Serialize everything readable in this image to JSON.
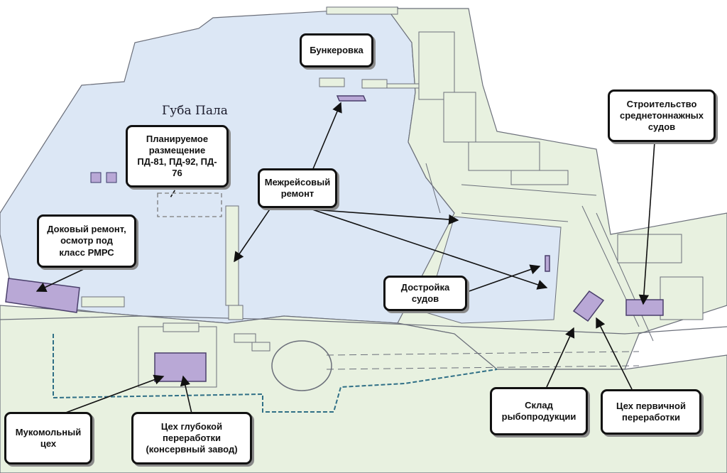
{
  "map": {
    "water_name": "Губа Пала",
    "callouts": {
      "bunkering": "Бункеровка",
      "shipbuilding": "Строительство\nсреднетоннажных\nсудов",
      "planned_placement": "Планируемое\nразмещение\nПД-81, ПД-92, ПД-\n76",
      "voyage_repair": "Межрейсовый\nремонт",
      "dock_repair": "Доковый ремонт,\nосмотр под\nкласс РМРС",
      "completion": "Достройка\nсудов",
      "flour_mill": "Мукомольный\nцех",
      "deep_processing": "Цех глубокой\nпереработки\n(консервный завод)",
      "fish_warehouse": "Склад\nрыбопродукции",
      "primary_processing": "Цех первичной\nпереработки"
    },
    "colors": {
      "water": "#dce7f5",
      "land": "#e8f1e0",
      "outline": "#6b6f7a",
      "facility_fill": "#b9a8d6",
      "facility_stroke": "#4a3f6b",
      "boundary": "#2f6f86",
      "callout_border": "#111111"
    }
  }
}
